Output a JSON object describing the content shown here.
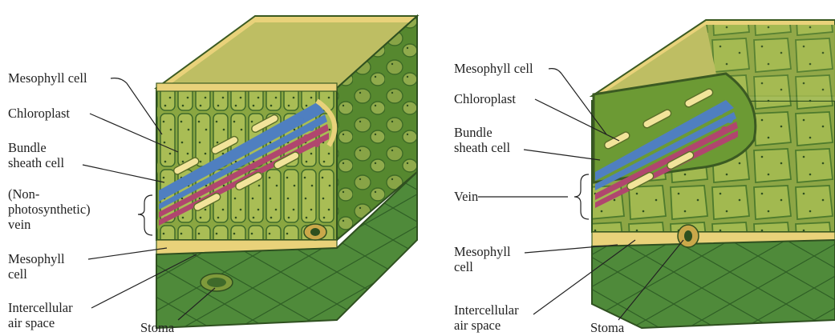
{
  "left_diagram": {
    "labels": {
      "mesophyll_top": "Mesophyll cell",
      "chloroplast": "Chloroplast",
      "bundle_sheath": "Bundle\nsheath cell",
      "vein": "(Non-\nphotosynthetic)\nvein",
      "mesophyll_bottom": "Mesophyll\ncell",
      "air_space": "Intercellular\nair space",
      "stoma": "Stoma"
    }
  },
  "right_diagram": {
    "labels": {
      "mesophyll_top": "Mesophyll cell",
      "chloroplast": "Chloroplast",
      "bundle_sheath": "Bundle\nsheath cell",
      "vein": "Vein",
      "mesophyll_bottom": "Mesophyll\ncell",
      "air_space": "Intercellular\nair space",
      "stoma": "Stoma"
    }
  },
  "colors": {
    "epidermis": "#e9d27a",
    "leaf_green": "#7f9a3b",
    "leaf_dark": "#3f6a2a",
    "bottom_face": "#4f8a3a",
    "vein_blue": "#4f7fc0",
    "vein_red": "#b0466e",
    "chloroplast": "#f2e49a"
  }
}
